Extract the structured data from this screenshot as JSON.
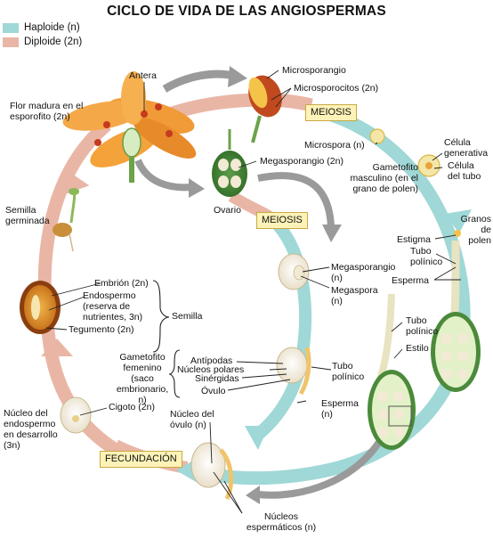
{
  "title": "CICLO DE VIDA DE LAS ANGIOSPERMAS",
  "legend": [
    {
      "label": "Haploide (n)",
      "color": "#9fd8d6"
    },
    {
      "label": "Diploide (2n)",
      "color": "#e9b6a6"
    }
  ],
  "stages": {
    "meiosis_1": "MEIOSIS",
    "meiosis_2": "MEIOSIS",
    "fecundacion": "FECUNDACIÓN"
  },
  "labels": {
    "antera": "Antera",
    "flor_madura": "Flor madura en el\nesporofito (2n)",
    "microsporangio": "Microsporangio",
    "microsporocitos": "Microsporocitos (2n)",
    "microspora": "Microspora (n)",
    "celula_generativa": "Célula\ngenerativa",
    "celula_tubo": "Célula\ndel tubo",
    "gametofito_masculino": "Gametofito\nmasculino (en el\ngrano de polen)",
    "megasporangio_2n": "Megasporangio (2n)",
    "ovario": "Ovario",
    "granos_polen": "Granos\nde\npolen",
    "estigma": "Estigma",
    "tubo_polinico_1": "Tubo\npolínico",
    "esperma_1": "Esperma",
    "semilla_germinada": "Semilla\ngerminada",
    "megasporangio_n": "Megasporangio\n(n)",
    "megaspora": "Megaspora\n(n)",
    "embrion": "Embrión (2n)",
    "endospermo": "Endospermo\n(reserva de\nnutrientes, 3n)",
    "tegumento": "Tegumento (2n)",
    "semilla": "Semilla",
    "tubo_polinico_2": "Tubo\npolínico",
    "estilo": "Estilo",
    "gametofito_femenino": "Gametofito\nfemenino\n(saco\nembrionario, n)",
    "antipodas": "Antípodas",
    "nucleos_polares": "Núcleos polares",
    "sinergidas": "Sinérgidas",
    "ovulo": "Óvulo",
    "tubo_polinico_3": "Tubo\npolínico",
    "esperma_2": "Esperma\n(n)",
    "nucleo_endospermo": "Núcleo del\nendospermo\nen desarrollo\n(3n)",
    "cigoto": "Cigoto (2n)",
    "nucleo_ovulo": "Núcleo del\nóvulo (n)",
    "nucleos_espermaticos": "Núcleos\nespermáticos (n)"
  }
}
